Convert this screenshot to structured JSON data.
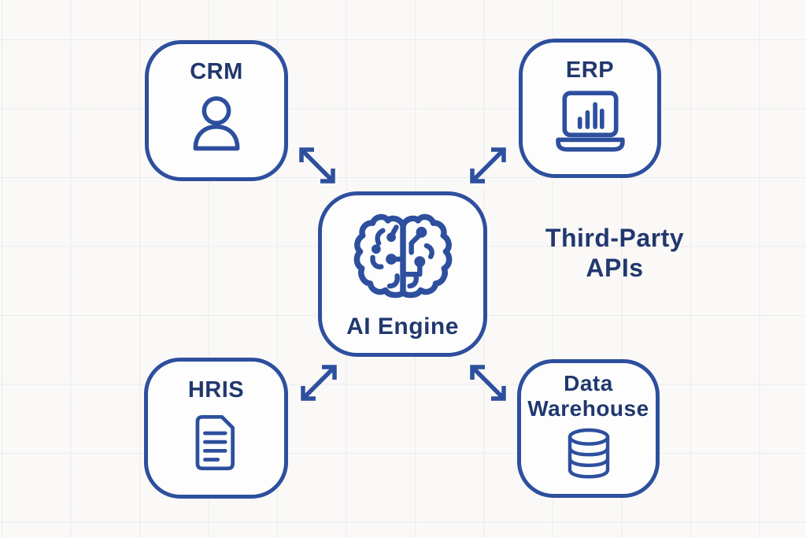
{
  "diagram": {
    "type": "hub-and-spoke-integration",
    "center_node": {
      "label": "AI Engine",
      "icon": "brain-circuit-icon"
    },
    "nodes": [
      {
        "id": "crm",
        "label": "CRM",
        "icon": "person-icon"
      },
      {
        "id": "erp",
        "label": "ERP",
        "icon": "laptop-bar-chart-icon"
      },
      {
        "id": "hris",
        "label": "HRIS",
        "icon": "document-icon"
      },
      {
        "id": "data_warehouse",
        "label": "Data Warehouse",
        "icon": "database-icon"
      }
    ],
    "annotation": {
      "text": "Third-Party APIs"
    },
    "connections": [
      {
        "from": "AI Engine",
        "to": "CRM",
        "style": "double-headed-diagonal-arrow"
      },
      {
        "from": "AI Engine",
        "to": "ERP",
        "style": "double-headed-diagonal-arrow"
      },
      {
        "from": "AI Engine",
        "to": "HRIS",
        "style": "double-headed-diagonal-arrow"
      },
      {
        "from": "AI Engine",
        "to": "Data Warehouse",
        "style": "double-headed-diagonal-arrow"
      }
    ],
    "colors": {
      "stroke": "#2d4f9e",
      "text": "#21386e",
      "bg": "#faf9f7",
      "node_fill": "#fdfdfd",
      "grid": "rgba(160,165,180,0.16)"
    }
  }
}
